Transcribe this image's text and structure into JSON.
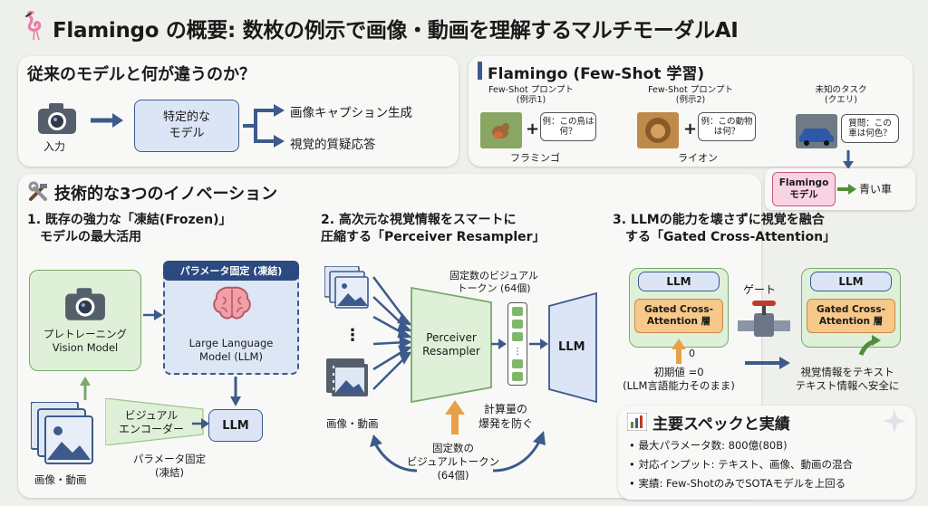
{
  "title": "Flamingo の概要: 数枚の例示で画像・動画を理解するマルチモーダルAI",
  "colors": {
    "navy": "#3d5a8c",
    "green": "#7aa86a",
    "orange": "#e8a04a",
    "pink": "#e97fa8"
  },
  "diff": {
    "title": "従来のモデルと何が違うのか？",
    "input_label": "入力",
    "model_label": "特定的な\nモデル",
    "outputs": [
      "画像キャプション生成",
      "視覚的質疑応答"
    ]
  },
  "fewshot": {
    "title": "Flamingo (Few-Shot 学習)",
    "ex1_header": "Few-Shot プロンプト\n(例示1)",
    "ex1_bubble": "例：この鳥は\n何？",
    "ex1_answer": "フラミンゴ",
    "ex2_header": "Few-Shot プロンプト\n(例示2)",
    "ex2_bubble": "例：この動物\nは何？",
    "ex2_answer": "ライオン",
    "task_header": "未知のタスク\n(クエリ)",
    "task_bubble": "質問：この\n車は何色？",
    "model_label": "Flamingo\nモデル",
    "answer": "青い車",
    "plus": "+"
  },
  "innov": {
    "title": "技術的な3つのイノベーション",
    "c1": {
      "title": "1. 既存の強力な「凍結(Frozen)」\n　モデルの最大活用",
      "frozen_banner": "パラメータ固定 (凍結)",
      "vision_label": "プレトレーニング\nVision Model",
      "llm_label": "Large Language\nModel (LLM)",
      "encoder_label": "ビジュアル\nエンコーダー",
      "llm_small": "LLM",
      "media_label": "画像・動画",
      "frozen_note": "パラメータ固定\n(凍結)"
    },
    "c2": {
      "title": "2. 高次元な視覚情報をスマートに\n圧縮する「Perceiver Resampler」",
      "tokens_label": "固定数のビジュアル\nトークン (64個)",
      "resampler_label": "Perceiver\nResampler",
      "llm_label": "LLM",
      "dots": "⋮",
      "media_label": "画像・動画",
      "explode_label": "計算量の\n爆発を防ぐ",
      "bottom_label": "固定数の\nビジュアルトークン\n(64個)"
    },
    "c3": {
      "title": "3. LLMの能力を壊さずに視覚を融合\n　する「Gated Cross-Attention」",
      "llm_label": "LLM",
      "gated_label": "Gated Cross-\nAttention 層",
      "gate_label": "ゲート",
      "zero_label": "0",
      "init_label": "初期値 =0\n(LLM言語能力そのまま)",
      "fused_label": "視覚情報をテキスト\nテキスト情報へ安全に"
    }
  },
  "specs": {
    "title": "主要スペックと実績",
    "items": [
      "最大パラメータ数: 800億(80B)",
      "対応インプット: テキスト、画像、動画の混合",
      "実績: Few-ShotのみでSOTAモデルを上回る"
    ]
  }
}
